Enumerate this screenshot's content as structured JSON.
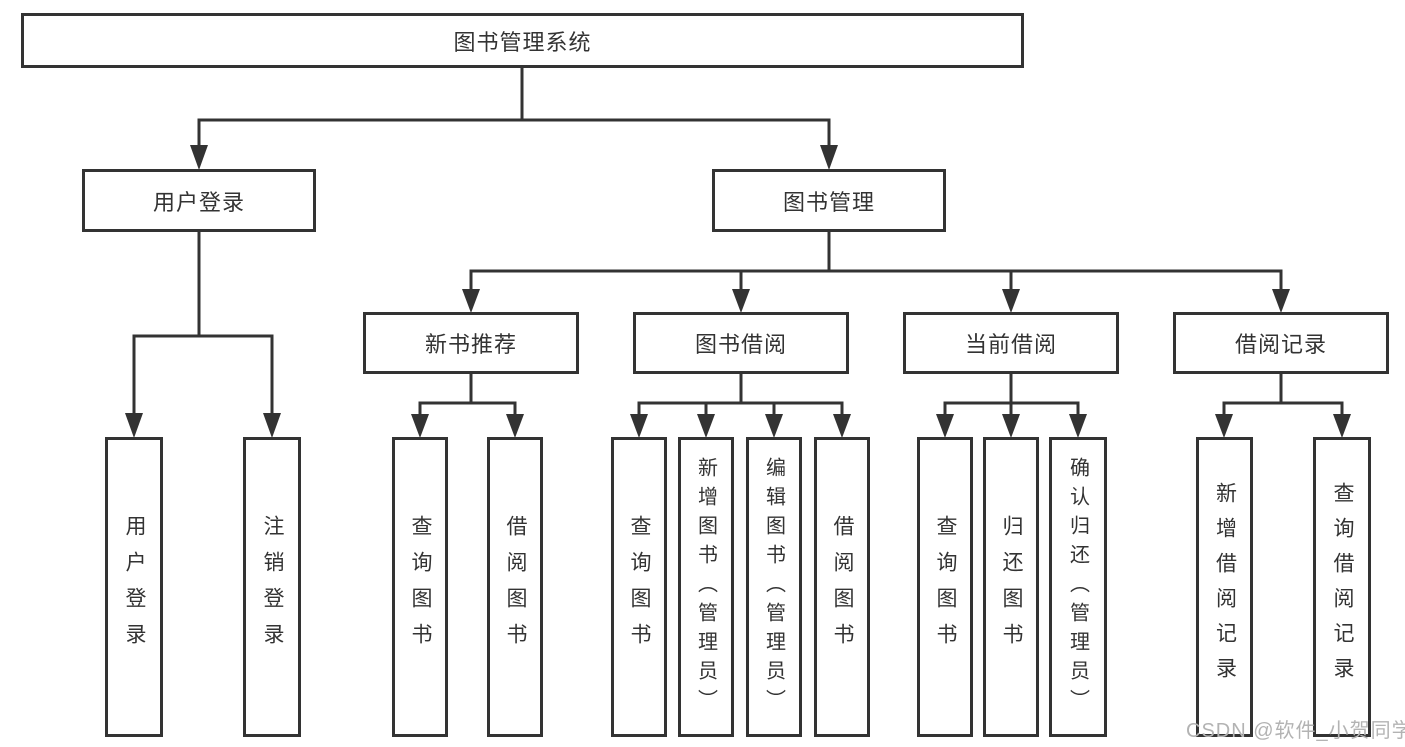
{
  "tree": {
    "label": "图书管理系统",
    "children": [
      {
        "label": "用户登录",
        "children": [
          {
            "label": "用户登录"
          },
          {
            "label": "注销登录"
          }
        ]
      },
      {
        "label": "图书管理",
        "children": [
          {
            "label": "新书推荐",
            "children": [
              {
                "label": "查询图书"
              },
              {
                "label": "借阅图书"
              }
            ]
          },
          {
            "label": "图书借阅",
            "children": [
              {
                "label": "查询图书"
              },
              {
                "label": "新增图书（管理员）"
              },
              {
                "label": "编辑图书（管理员）"
              },
              {
                "label": "借阅图书"
              }
            ]
          },
          {
            "label": "当前借阅",
            "children": [
              {
                "label": "查询图书"
              },
              {
                "label": "归还图书"
              },
              {
                "label": "确认归还（管理员）"
              }
            ]
          },
          {
            "label": "借阅记录",
            "children": [
              {
                "label": "新增借阅记录"
              },
              {
                "label": "查询借阅记录"
              }
            ]
          }
        ]
      }
    ]
  },
  "colors": {
    "line": "#333333",
    "box_fill": "#ffffff",
    "text": "#333333",
    "watermark": "#b3b3b3"
  },
  "watermark": "CSDN @软件_小贺同学"
}
